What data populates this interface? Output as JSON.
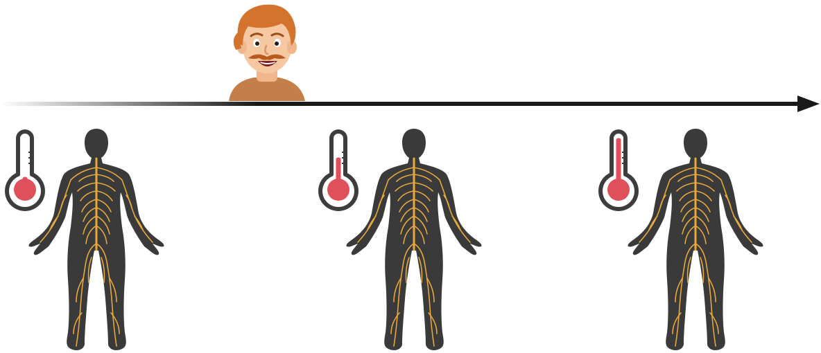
{
  "colors": {
    "body_silhouette": "#3a3a3a",
    "nerves": "#e8a93c",
    "thermometer_outline": "#3d3d3d",
    "thermometer_liquid": "#e0505a",
    "arrow": "#1a1a1a",
    "skin": "#f6c8a2",
    "hair": "#d4732d",
    "shirt": "#c47e4a"
  },
  "icons": {
    "person": "cartoon-man-face-icon",
    "timeline": "arrow-right-icon",
    "thermometer": "thermometer-icon",
    "body": "human-nervous-system-icon"
  },
  "stages": [
    {
      "thermometer_level": 0.15
    },
    {
      "thermometer_level": 0.55
    },
    {
      "thermometer_level": 0.95
    }
  ]
}
